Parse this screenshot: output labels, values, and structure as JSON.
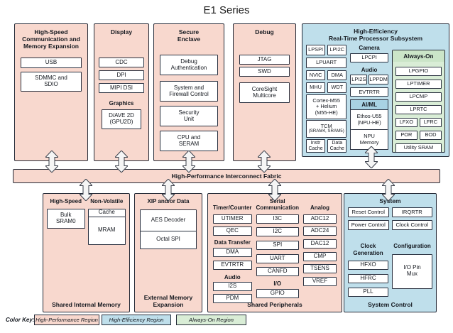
{
  "title": "E1 Series",
  "colors": {
    "high_performance_region": "#F8D8CE",
    "high_efficiency_region": "#BFDFEB",
    "always_on_region": "#D9EDD6",
    "aiml_header": "#A8D2E3",
    "block_border": "#232936"
  },
  "fabric_label": "High-Performance Interconnect Fabric",
  "top_row": {
    "hs_comm": {
      "title": "High-Speed\nCommunication and\nMemory Expansion",
      "boxes": [
        "USB",
        "SDMMC and\nSDIO"
      ]
    },
    "display": {
      "title": "Display",
      "boxes": [
        "CDC",
        "DPI",
        "MIPI DSI"
      ],
      "graphics_label": "Graphics",
      "graphics_box": "D/AVE 2D\n(GPU2D)"
    },
    "secure_enclave": {
      "title": "Secure\nEnclave",
      "boxes": [
        "Debug\nAuthentication",
        "System and\nFirewall Control",
        "Security\nUnit",
        "CPU and\nSERAM"
      ]
    },
    "debug": {
      "title": "Debug",
      "boxes": [
        "JTAG",
        "SWD",
        "CoreSight\nMulticore"
      ]
    },
    "he_subsystem": {
      "title": "High-Efficiency\nReal-Time Processor Subsystem",
      "core_col": {
        "row1": [
          "LPSPI",
          "LPI2C"
        ],
        "lpuart": "LPUART",
        "row2": [
          "NVIC",
          "DMA"
        ],
        "row3": [
          "MHU",
          "WDT"
        ],
        "cortex": "Cortex-M55\n+ Helium\n(M55-HE)",
        "tcm_label": "TCM",
        "tcm_sub": "(SRAM4, SRAM5)",
        "caches": [
          "Instr\nCache",
          "Data\nCache"
        ]
      },
      "mid_col": {
        "camera_label": "Camera",
        "camera_box": "LPCPI",
        "audio_label": "Audio",
        "audio_boxes": [
          "LPI2S",
          "LPPDM"
        ],
        "evtrtr_box": "EVTRTR",
        "aiml_label": "AI/ML",
        "aiml_boxes": [
          "Ethos-U55\n(NPU-HE)",
          "NPU\nMemory"
        ]
      },
      "always_on": {
        "title": "Always-On",
        "boxes": [
          "LPGPIO",
          "LPTIMER",
          "LPCMP",
          "LPRTC"
        ],
        "pair1": [
          "LFXO",
          "LFRC"
        ],
        "pair2": [
          "POR",
          "BOD"
        ],
        "last_box": "Utility SRAM"
      }
    }
  },
  "bottom_row": {
    "shared_memory": {
      "col1_label": "High-Speed",
      "col1_box": "Bulk\nSRAM0",
      "col2_label": "Non-Volatile",
      "col2_boxes": [
        "Cache",
        "MRAM"
      ],
      "footer": "Shared Internal Memory"
    },
    "ext_memory": {
      "label": "XIP and/or Data",
      "boxes": [
        "AES Decoder",
        "Octal SPI"
      ],
      "footer": "External Memory\nExpansion"
    },
    "shared_periph": {
      "col1": {
        "label": "Timer/Counter",
        "boxes1": [
          "UTIMER",
          "QEC"
        ],
        "label2": "Data Transfer",
        "boxes2": [
          "DMA",
          "EVTRTR"
        ],
        "label3": "Audio",
        "boxes3": [
          "I2S",
          "PDM"
        ]
      },
      "col2": {
        "label": "Serial\nCommunication",
        "boxes": [
          "I3C",
          "I2C",
          "SPI",
          "UART",
          "CANFD"
        ],
        "label2": "I/O",
        "box2": "GPIO"
      },
      "col3": {
        "label": "Analog",
        "boxes": [
          "ADC12",
          "ADC24",
          "DAC12",
          "CMP",
          "TSENS",
          "VREF"
        ]
      },
      "footer": "Shared Peripherals"
    },
    "system_control": {
      "title": "System",
      "grid": [
        "Reset Control",
        "IRQRTR",
        "Power Control",
        "Clock Control"
      ],
      "clockgen_label": "Clock Generation",
      "clockgen_boxes": [
        "HFXO",
        "HFRC",
        "PLL"
      ],
      "config_label": "Configuration",
      "config_box": "I/O Pin\nMux",
      "footer": "System Control"
    }
  },
  "legend": {
    "label": "Color Key:",
    "items": [
      {
        "label": "High-Performance Region",
        "color": "#F8D8CE"
      },
      {
        "label": "High-Efficiency Region",
        "color": "#BFDFEB"
      },
      {
        "label": "Always-On Region",
        "color": "#D9EDD6"
      }
    ]
  }
}
